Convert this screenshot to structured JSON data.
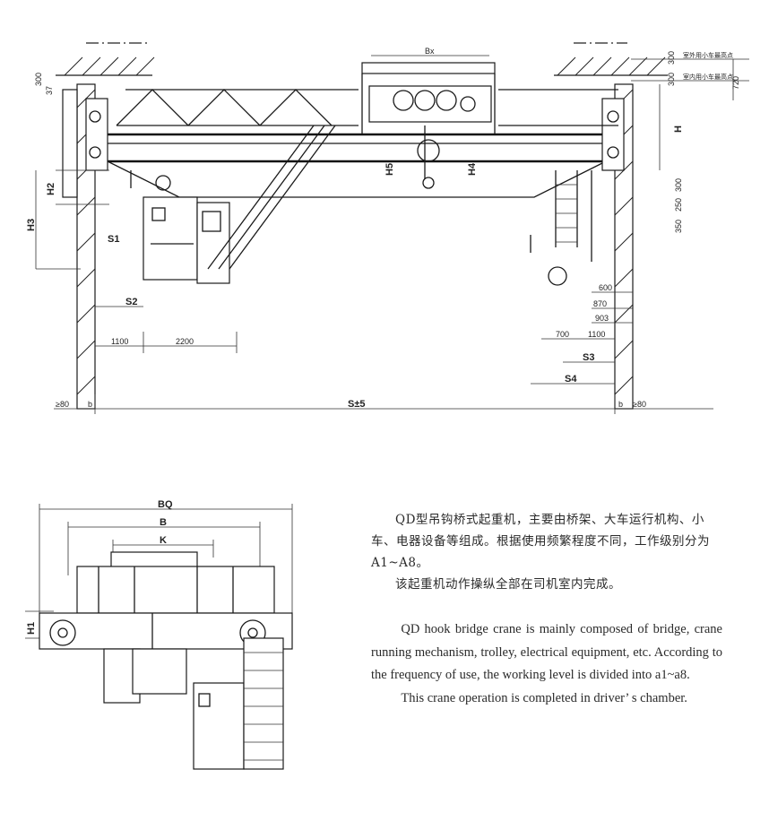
{
  "front_view": {
    "top_labels": {
      "outdoor": "室外用小车最高点",
      "indoor": "室内用小车最高点"
    },
    "dims": {
      "bx": "Bx",
      "d300a": "300",
      "d300b": "300",
      "d720": "720",
      "d300c": "300",
      "d37": "37",
      "h": "H",
      "h2": "H2",
      "h3": "H3",
      "h4": "H4",
      "h5": "H5",
      "s1": "S1",
      "s2": "S2",
      "s3": "S3",
      "s4": "S4",
      "d1100a": "1100",
      "d2200": "2200",
      "d300d": "300",
      "d250": "250",
      "d350": "350",
      "d600": "600",
      "d870": "870",
      "d903": "903",
      "d700": "700",
      "d1100b": "1100",
      "ge80a": "≥80",
      "ge80b": "≥80",
      "ba": "b",
      "bb": "b",
      "span": "S±5"
    }
  },
  "side_view": {
    "dims": {
      "bq": "BQ",
      "b": "B",
      "k": "K",
      "h1": "H1"
    }
  },
  "description": {
    "zh_1": "QD型吊钩桥式起重机，主要由桥架、大车运行机构、小车、电器设备等组成。根据使用频繁程度不同，工作级别分为A1~A8。",
    "zh_2": "该起重机动作操纵全部在司机室内完成。",
    "en_1": "QD hook bridge crane is mainly composed of bridge, crane running mechanism, trolley, electrical equipment, etc. According to the frequency of use, the working level is divided into a1~a8.",
    "en_2": "This crane operation is completed in driver’ s chamber."
  }
}
